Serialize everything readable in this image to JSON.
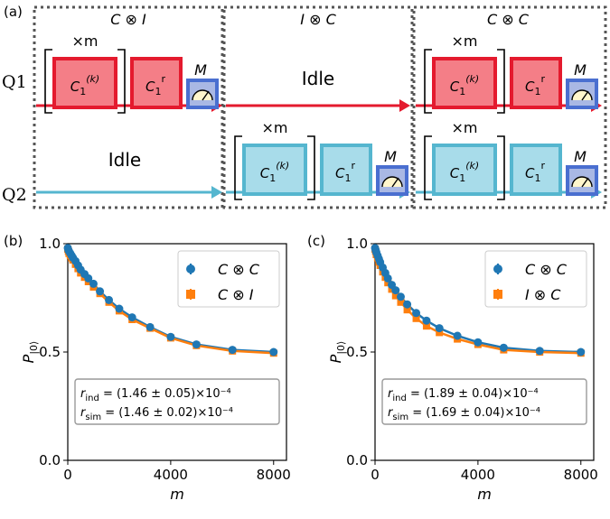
{
  "panel_a": {
    "label": "(a)",
    "qubits": [
      "Q1",
      "Q2"
    ],
    "blocks": [
      {
        "title": "C ⊗ I",
        "q1": "gates",
        "q2": "Idle"
      },
      {
        "title": "I ⊗ C",
        "q1": "Idle",
        "q2": "gates"
      },
      {
        "title": "C ⊗ C",
        "q1": "gates",
        "q2": "gates"
      }
    ],
    "repeat_label": "×m",
    "gate_clifford": "C",
    "gate_clifford_sub": "1",
    "gate_clifford_sup": "(k)",
    "gate_recovery_sup": "r",
    "measure_label": "M",
    "idle_label": "Idle",
    "colors": {
      "q1_fill": "#f47e87",
      "q1_edge": "#e41a2e",
      "q2_fill": "#a8dcea",
      "q2_edge": "#55b6cf",
      "meas_fill": "#a9b8e4",
      "meas_edge": "#4a6fd0"
    }
  },
  "chart_data": [
    {
      "type": "scatter",
      "panel": "(b)",
      "xlabel": "m",
      "ylabel": "P|0⟩",
      "xlim": [
        0,
        8500
      ],
      "ylim": [
        0.0,
        1.0
      ],
      "xticks": [
        "0",
        "4000",
        "8000"
      ],
      "yticks": [
        "0.0",
        "0.5",
        "1.0"
      ],
      "legend_position": "top-right",
      "series": [
        {
          "name": "C ⊗ C",
          "color": "#1f77b4",
          "marker": "circle",
          "x": [
            1,
            25,
            50,
            100,
            150,
            200,
            300,
            400,
            500,
            650,
            800,
            1000,
            1250,
            1600,
            2000,
            2500,
            3200,
            4000,
            5000,
            6400,
            8000
          ],
          "y": [
            0.98,
            0.97,
            0.965,
            0.955,
            0.945,
            0.935,
            0.92,
            0.9,
            0.88,
            0.86,
            0.84,
            0.815,
            0.78,
            0.74,
            0.7,
            0.66,
            0.615,
            0.57,
            0.535,
            0.51,
            0.5
          ]
        },
        {
          "name": "C ⊗ I",
          "color": "#ff7f0e",
          "marker": "square",
          "x": [
            1,
            25,
            50,
            100,
            150,
            200,
            300,
            400,
            500,
            650,
            800,
            1000,
            1250,
            1600,
            2000,
            2500,
            3200,
            4000,
            5000,
            6400,
            8000
          ],
          "y": [
            0.975,
            0.965,
            0.955,
            0.945,
            0.935,
            0.925,
            0.905,
            0.885,
            0.865,
            0.845,
            0.825,
            0.8,
            0.77,
            0.73,
            0.69,
            0.65,
            0.61,
            0.565,
            0.53,
            0.505,
            0.495
          ]
        }
      ],
      "annotation": [
        "r_ind = (1.46 ± 0.05)×10⁻⁴",
        "r_sim = (1.46 ± 0.02)×10⁻⁴"
      ]
    },
    {
      "type": "scatter",
      "panel": "(c)",
      "xlabel": "m",
      "ylabel": "P|0⟩",
      "xlim": [
        0,
        8500
      ],
      "ylim": [
        0.0,
        1.0
      ],
      "xticks": [
        "0",
        "4000",
        "8000"
      ],
      "yticks": [
        "0.0",
        "0.5",
        "1.0"
      ],
      "legend_position": "top-right",
      "series": [
        {
          "name": "C ⊗ C",
          "color": "#1f77b4",
          "marker": "circle",
          "x": [
            1,
            25,
            50,
            100,
            150,
            200,
            300,
            400,
            500,
            650,
            800,
            1000,
            1250,
            1600,
            2000,
            2500,
            3200,
            4000,
            5000,
            6400,
            8000
          ],
          "y": [
            0.98,
            0.97,
            0.96,
            0.945,
            0.93,
            0.915,
            0.89,
            0.865,
            0.84,
            0.81,
            0.785,
            0.755,
            0.72,
            0.68,
            0.645,
            0.61,
            0.575,
            0.545,
            0.52,
            0.505,
            0.5
          ]
        },
        {
          "name": "I ⊗ C",
          "color": "#ff7f0e",
          "marker": "square",
          "x": [
            1,
            25,
            50,
            100,
            150,
            200,
            300,
            400,
            500,
            650,
            800,
            1000,
            1250,
            1600,
            2000,
            2500,
            3200,
            4000,
            5000,
            6400,
            8000
          ],
          "y": [
            0.975,
            0.965,
            0.95,
            0.935,
            0.915,
            0.9,
            0.87,
            0.845,
            0.82,
            0.79,
            0.76,
            0.73,
            0.695,
            0.655,
            0.62,
            0.59,
            0.56,
            0.535,
            0.51,
            0.5,
            0.495
          ]
        }
      ],
      "annotation": [
        "r_ind = (1.89 ± 0.04)×10⁻⁴",
        "r_sim = (1.69 ± 0.04)×10⁻⁴"
      ]
    }
  ]
}
